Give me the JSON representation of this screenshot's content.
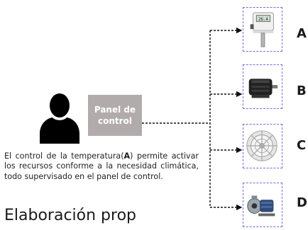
{
  "panel": {
    "line1": "Panel de",
    "line2": "control"
  },
  "description": {
    "prefix": "El control de la temperatura(",
    "bold": "A",
    "suffix": ") permite activar los recursos conforme a la necesidad climática, todo supervisado en el panel de control."
  },
  "bottom_text": "Elaboración prop",
  "devices": [
    {
      "letter": "A",
      "icon": "temperature-sensor"
    },
    {
      "letter": "B",
      "icon": "electric-motor"
    },
    {
      "letter": "C",
      "icon": "fan"
    },
    {
      "letter": "D",
      "icon": "water-pump"
    }
  ],
  "sensor_display": "26.4",
  "colors": {
    "panel": "#b1acab",
    "device_border": "#6f6de0",
    "connector": "#111111"
  }
}
